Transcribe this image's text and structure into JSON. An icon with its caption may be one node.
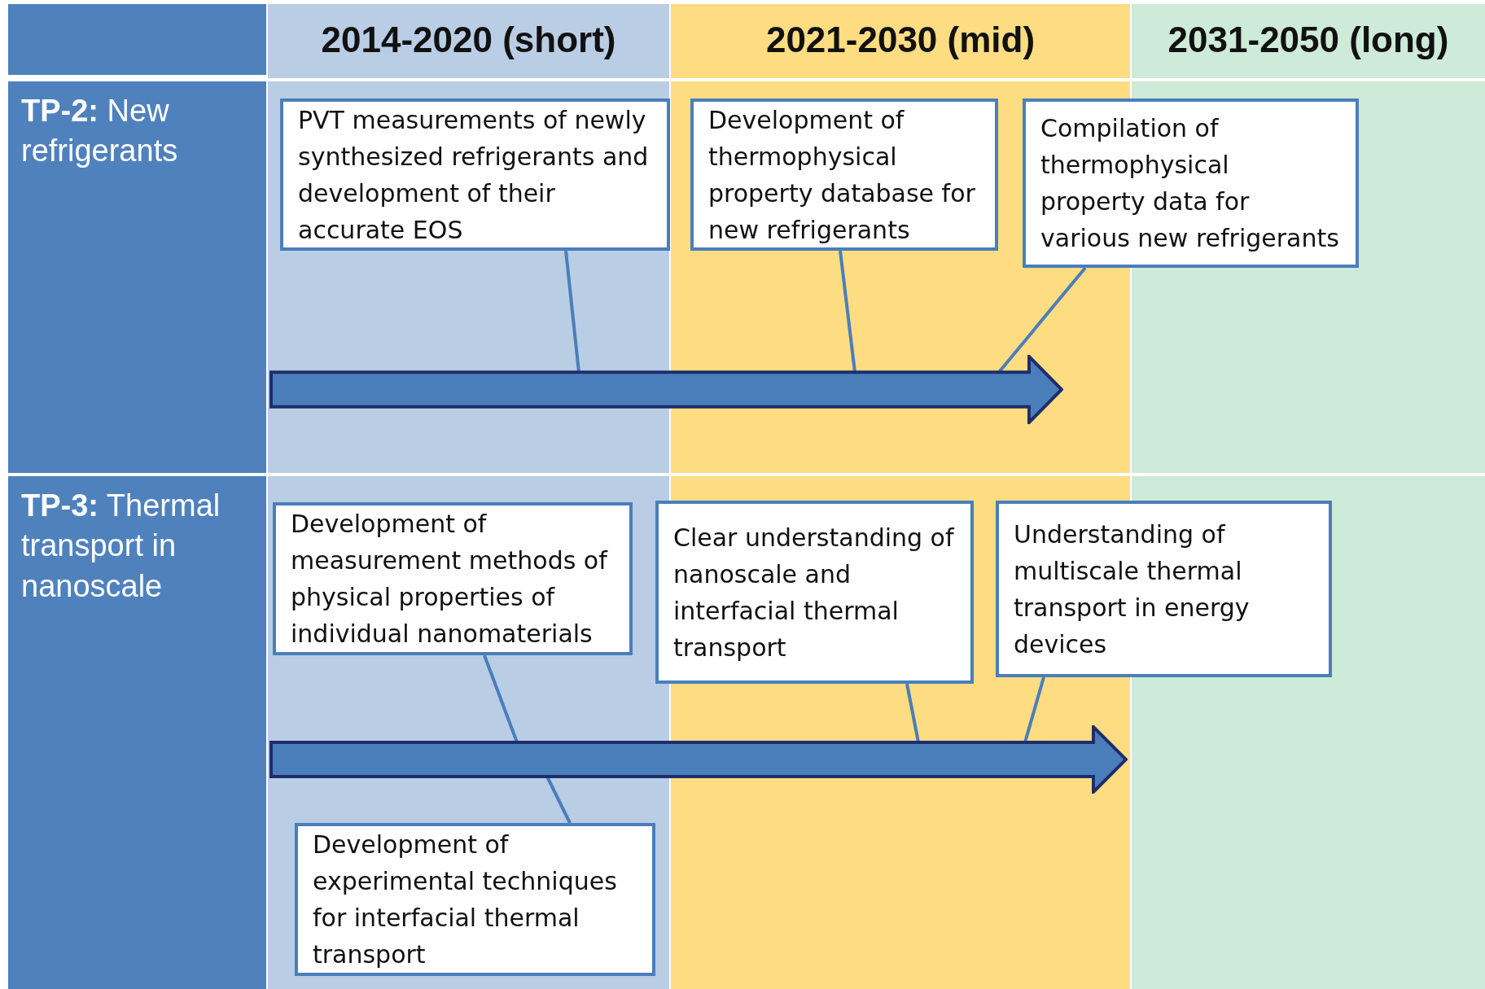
{
  "diagram": {
    "nodes": [
      {
        "text": [
          "2014-2020 (short)"
        ]
      },
      {
        "text": [
          "2021-2030 (mid)"
        ]
      },
      {
        "text": [
          "2031-2050 (long)"
        ]
      },
      {
        "text": [
          "**TP-2:** New refrigerants"
        ]
      },
      {
        "text": [
          "PVT measurements of newly synthesized refrigerants and development of their accurate EOS"
        ]
      },
      {
        "text": [
          "Development of thermophysical property database for new refrigerants"
        ]
      },
      {
        "text": [
          "Compilation of thermophysical property data for various new refrigerants"
        ]
      },
      {
        "text": [],
        "shape": "arrow"
      },
      {
        "text": [
          "**TP-3:** Thermal transport in nanoscale"
        ]
      },
      {
        "text": [
          "Development of measurement methods of physical properties of individual nanomaterials"
        ]
      },
      {
        "text": [
          "Clear understanding of nanoscale and interfacial thermal transport"
        ]
      },
      {
        "text": [
          "Understanding of multiscale thermal transport in energy devices"
        ]
      },
      {
        "text": [],
        "shape": "arrow"
      },
      {
        "text": [
          "Development of experimental techniques for interfacial thermal transport"
        ]
      }
    ],
    "edges": [
      {
        "from": 4,
        "to": 7,
        "arrow": "none"
      },
      {
        "from": 5,
        "to": 7,
        "arrow": "none"
      },
      {
        "from": 6,
        "to": 7,
        "arrow": "none"
      },
      {
        "from": 9,
        "to": 12,
        "arrow": "none"
      },
      {
        "from": 10,
        "to": 12,
        "arrow": "none"
      },
      {
        "from": 11,
        "to": 12,
        "arrow": "none"
      },
      {
        "from": 13,
        "to": 12,
        "arrow": "none"
      }
    ]
  }
}
